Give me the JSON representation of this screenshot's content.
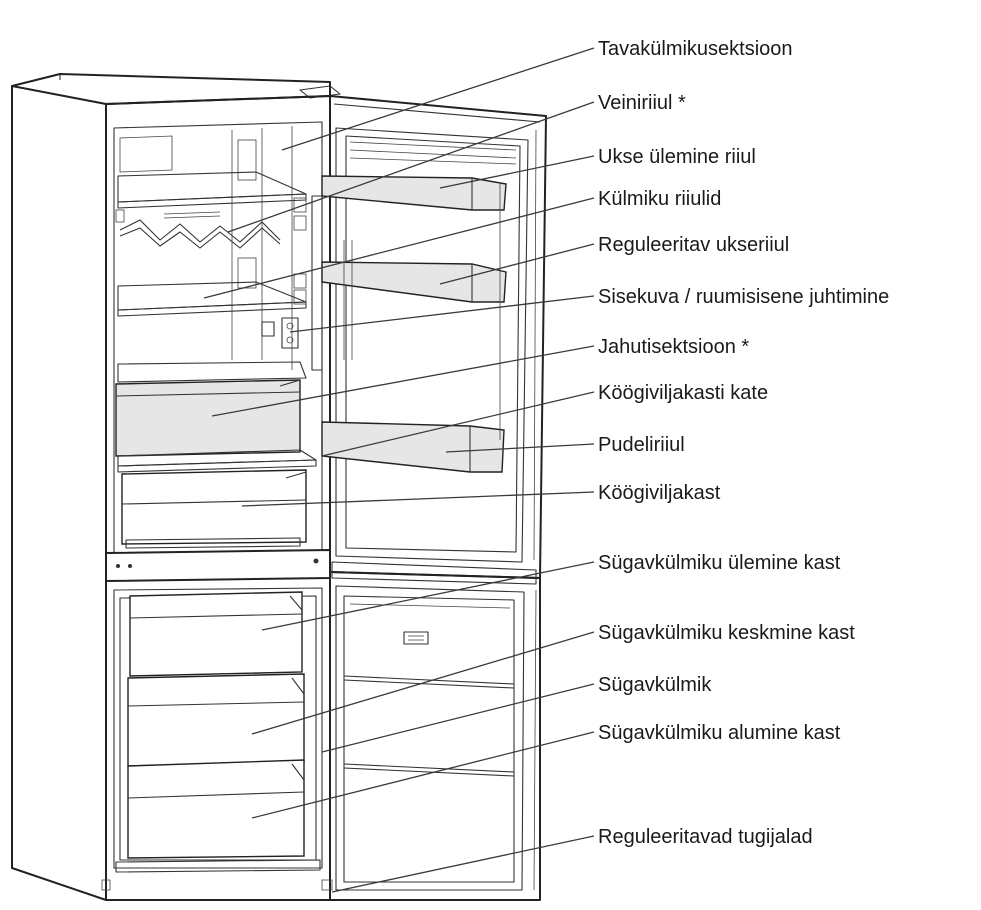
{
  "labels": [
    "Tavakülmikusektsioon",
    "Veiniriiul *",
    "Ukse ülemine riiul",
    "Külmiku riiulid",
    "Reguleeritav ukseriiul",
    "Sisekuva / ruumisisene juhtimine",
    "Jahutisektsioon *",
    "Köögiviljakasti kate",
    "Pudeliriiul",
    "Köögiviljakast",
    "Sügavkülmiku ülemine kast",
    "Sügavkülmiku keskmine kast",
    "Sügavkülmik",
    "Sügavkülmiku alumine kast",
    "Reguleeritavad tugijalad"
  ]
}
